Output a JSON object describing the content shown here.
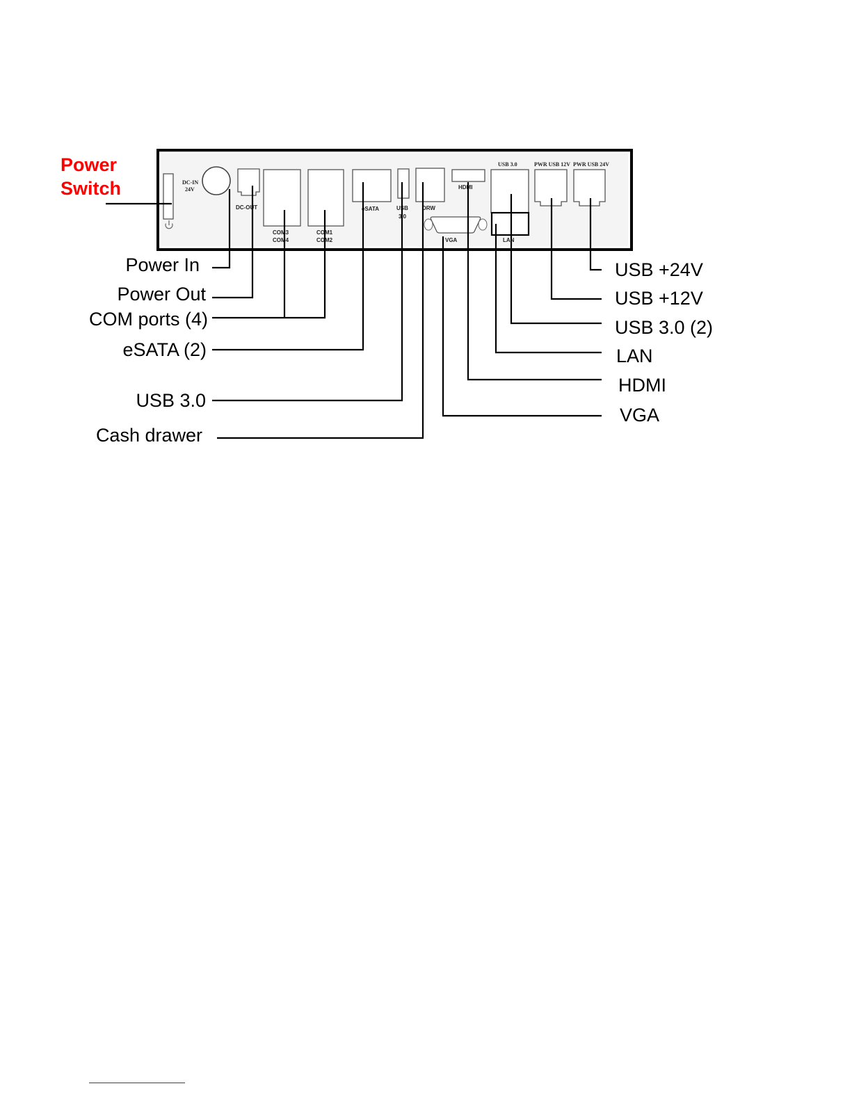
{
  "colors": {
    "highlight": "#ff0000",
    "text": "#000000",
    "panel_bg": "#f4f4f4",
    "footer_rule": "#2a3b9a"
  },
  "panel_labels": {
    "dc_in": "DC-IN",
    "dc_in_voltage": "24V",
    "dc_out": "DC-OUT",
    "com3": "COM3",
    "com4": "COM4",
    "com1": "COM1",
    "com2": "COM2",
    "esata": "eSATA",
    "usb": "USB",
    "usb_ver": "3.0",
    "drw": "DRW",
    "hdmi": "HDMI",
    "vga": "VGA",
    "usb30": "USB 3.0",
    "lan": "LAN",
    "pwr_usb_12v": "PWR USB 12V",
    "pwr_usb_24v": "PWR USB 24V"
  },
  "callouts": {
    "power_switch_line1": "Power",
    "power_switch_line2": "Switch",
    "power_in": "Power In",
    "power_out": "Power Out",
    "com_ports": "COM ports (4)",
    "esata": "eSATA (2)",
    "usb30": "USB 3.0",
    "cash_drawer": "Cash drawer",
    "usb_24v": "USB +24V",
    "usb_12v": "USB +12V",
    "usb30_2": "USB 3.0 (2)",
    "lan": "LAN",
    "hdmi": "HDMI",
    "vga": "VGA"
  }
}
